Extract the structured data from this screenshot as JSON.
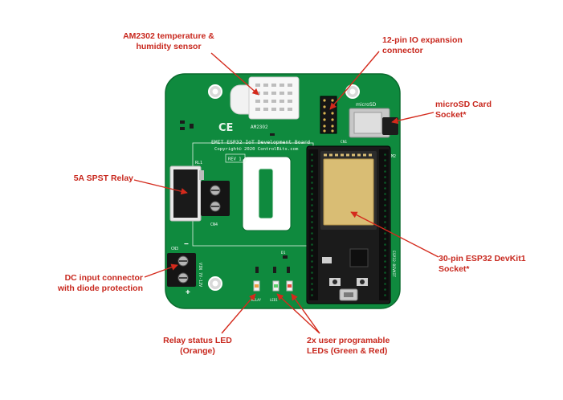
{
  "callouts": {
    "sensor": [
      "AM2302 temperature &",
      "humidity sensor"
    ],
    "io": [
      "12-pin IO expansion",
      "connector"
    ],
    "sd": [
      "microSD Card",
      "Socket*"
    ],
    "relay": [
      "5A SPST Relay"
    ],
    "esp32": [
      "30-pin ESP32 DevKit1",
      "Socket*"
    ],
    "dc": [
      "DC input connector",
      "with diode protection"
    ],
    "relay_led": [
      "Relay status LED",
      "(Orange)"
    ],
    "user_leds": [
      "2x user programable",
      "LEDs (Green & Red)"
    ]
  },
  "board": {
    "sensor_label": "AM2302",
    "ce_mark": "CE",
    "title_line": "EMIT ESP32 IoT Development Board",
    "copyright_line": "Copyright© 2020 ControlBits.com",
    "revision": "REV 1.2",
    "microsd_label": "microSD",
    "relay_ref": "RL1",
    "cn4_label": "CN4",
    "cn3_label": "CN3",
    "vin_label": "VIN 7V-12V",
    "plus_sign": "+",
    "minus_sign": "−",
    "m2_label": "M2",
    "relay_led_label": "RELAY",
    "user_led_label": "LED1",
    "esp32_label": "ESP32-DEVKIT",
    "cn1_label": "CN1",
    "d1_label": "D1"
  },
  "colors": {
    "pcb": "#0f8a3e",
    "pcb_dark": "#0b6f30",
    "callout_text": "#c8281e",
    "arrow": "#d42a1c"
  }
}
